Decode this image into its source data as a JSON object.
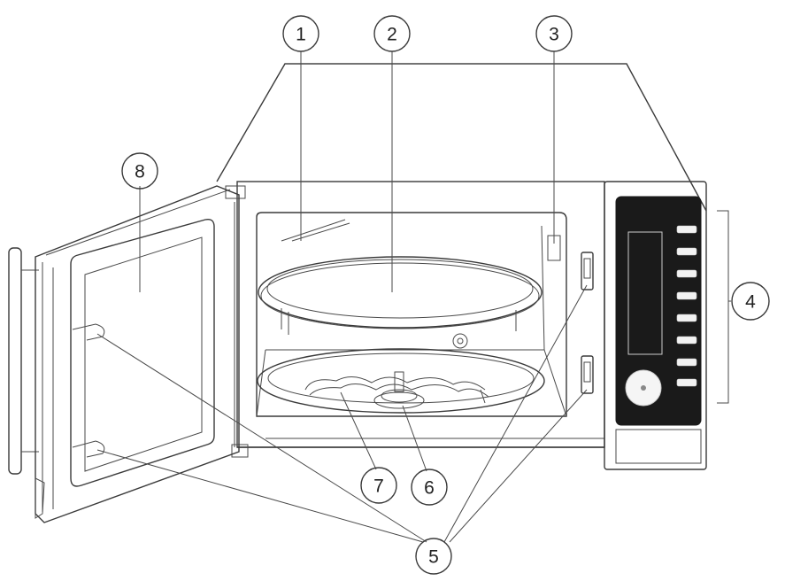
{
  "callouts": [
    {
      "id": "1",
      "label": "1"
    },
    {
      "id": "2",
      "label": "2"
    },
    {
      "id": "3",
      "label": "3"
    },
    {
      "id": "4",
      "label": "4"
    },
    {
      "id": "5",
      "label": "5"
    },
    {
      "id": "6",
      "label": "6"
    },
    {
      "id": "7",
      "label": "7"
    },
    {
      "id": "8",
      "label": "8"
    }
  ],
  "colors": {
    "line": "#3a3a3a",
    "panel": "#1a1a1a",
    "background": "#ffffff"
  }
}
